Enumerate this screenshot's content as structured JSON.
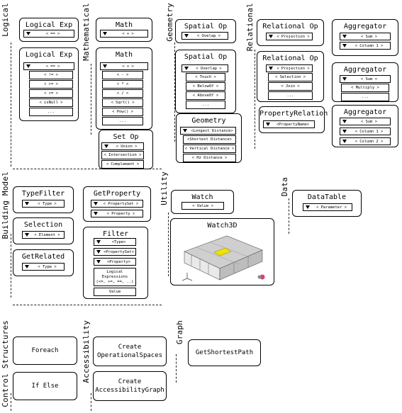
{
  "sections": {
    "logical": "Logical",
    "mathematical": "Mathematical",
    "geometry": "Geometry",
    "relational": "Relational",
    "building_model": "Building Model",
    "utility": "Utility",
    "data": "Data",
    "control_structures": "Control Structures",
    "accessibility": "Accessibility",
    "graph": "Graph"
  },
  "logical": {
    "node1": {
      "title": "Logical Exp",
      "value": "< == >"
    },
    "node2": {
      "title": "Logical Exp",
      "options": [
        "< == >",
        "< != >",
        "< >= >",
        "< <= >",
        "< isNull >",
        "..."
      ]
    }
  },
  "math": {
    "node1": {
      "title": "Math",
      "value": "< + >"
    },
    "node2": {
      "title": "Math",
      "options": [
        "< + >",
        "< - >",
        "< * >",
        "< / >",
        "< Sqrt() >",
        "< Pow() >",
        "..."
      ]
    },
    "setop": {
      "title": "Set Op",
      "options": [
        "< Union >",
        "< Intersection >",
        "< Complement >"
      ]
    }
  },
  "geometry": {
    "spatial1": {
      "title": "Spatial Op",
      "value": "< Ovelap >"
    },
    "spatial2": {
      "title": "Spatial Op",
      "options": [
        "< Overlap >",
        "< Touch >",
        "< BelowOf >",
        "< AboveOf >",
        "..."
      ]
    },
    "geom": {
      "title": "Geometry",
      "options": [
        "<Longest Distance>",
        "<Shortest Distance>",
        "< Vertical Distance >",
        "< Hz Distance >"
      ]
    }
  },
  "relational": {
    "rel1": {
      "title": "Relational Op",
      "value": "< Projection >"
    },
    "rel2": {
      "title": "Relational Op",
      "options": [
        "< Projection >",
        "< Selection >",
        "< Join >",
        "..."
      ]
    },
    "prop": {
      "title": "PropertyRelation",
      "value": "<PropertyName>"
    },
    "agg1": {
      "title": "Aggregator",
      "fields": [
        "< Sum >",
        "< Column 1 >"
      ]
    },
    "agg2": {
      "title": "Aggregator",
      "options": [
        "< Sum >",
        "< Multiply >",
        "..."
      ]
    },
    "agg3": {
      "title": "Aggregator",
      "fields": [
        "< Sum >",
        "< Column 1 >",
        "< Column 2 >"
      ]
    }
  },
  "building": {
    "typefilter": {
      "title": "TypeFilter",
      "value": "< Type >"
    },
    "selection": {
      "title": "Selection",
      "value": "< Element >"
    },
    "getrelated": {
      "title": "GetRelated",
      "value": "< Type >"
    },
    "getprop": {
      "title": "GetProperty",
      "fields": [
        "< PropertySet >",
        "< Property >"
      ]
    },
    "filter": {
      "title": "Filter",
      "fields": [
        "<Type>",
        "<PropertySet>",
        "<Property>"
      ],
      "logical": "Logical\nExpressions\n(<=, >=, ==, ..)",
      "value": "Value"
    }
  },
  "utility": {
    "watch": {
      "title": "Watch",
      "value": "< Value >"
    },
    "watch3d": {
      "title": "Watch3D"
    }
  },
  "data": {
    "datatable": {
      "title": "DataTable",
      "value": "< Parameter >"
    }
  },
  "control": {
    "foreach": "Foreach",
    "ifelse": "If Else"
  },
  "accessibility": {
    "create_spaces": "Create\nOperationalSpaces",
    "create_graph": "Create\nAccessibilityGraph"
  },
  "graph": {
    "shortest": "GetShortestPath"
  },
  "colors": {
    "building_highlight": "#f2e200",
    "model_gray": "#cfcfcf"
  }
}
